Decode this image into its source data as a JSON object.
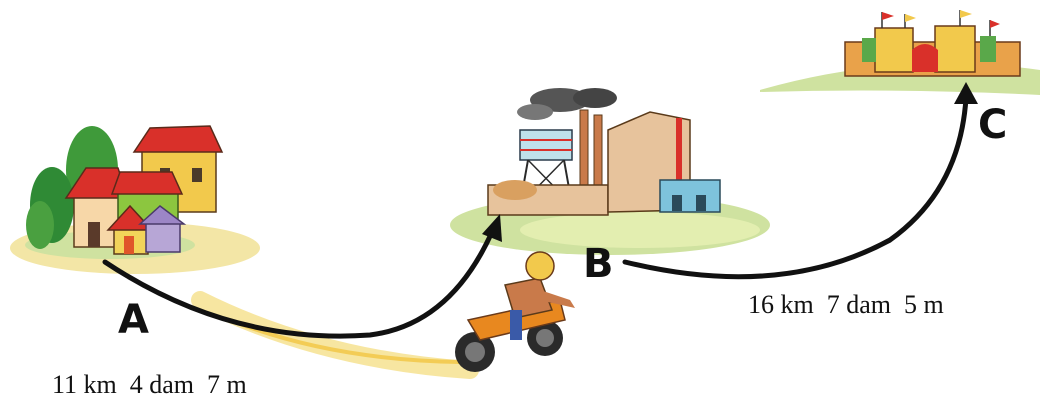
{
  "points": {
    "a": "A",
    "b": "B",
    "c": "C"
  },
  "distances": {
    "a_to_b": "11 km  4 dam  7 m",
    "b_to_c": "16 km  7 dam  5 m"
  },
  "colors": {
    "ground_yellow": "#f3e6a6",
    "ground_green": "#cfe2a0",
    "roof_red": "#d9302a",
    "house_yellow": "#f2d45a",
    "factory_tan": "#e7c39c",
    "factory_blue": "#7ec3dc",
    "motorbike_orange": "#e8881f",
    "arrow_black": "#111111"
  },
  "icons": [
    "village-icon",
    "factory-icon",
    "castle-icon",
    "motorcyclist-icon"
  ]
}
